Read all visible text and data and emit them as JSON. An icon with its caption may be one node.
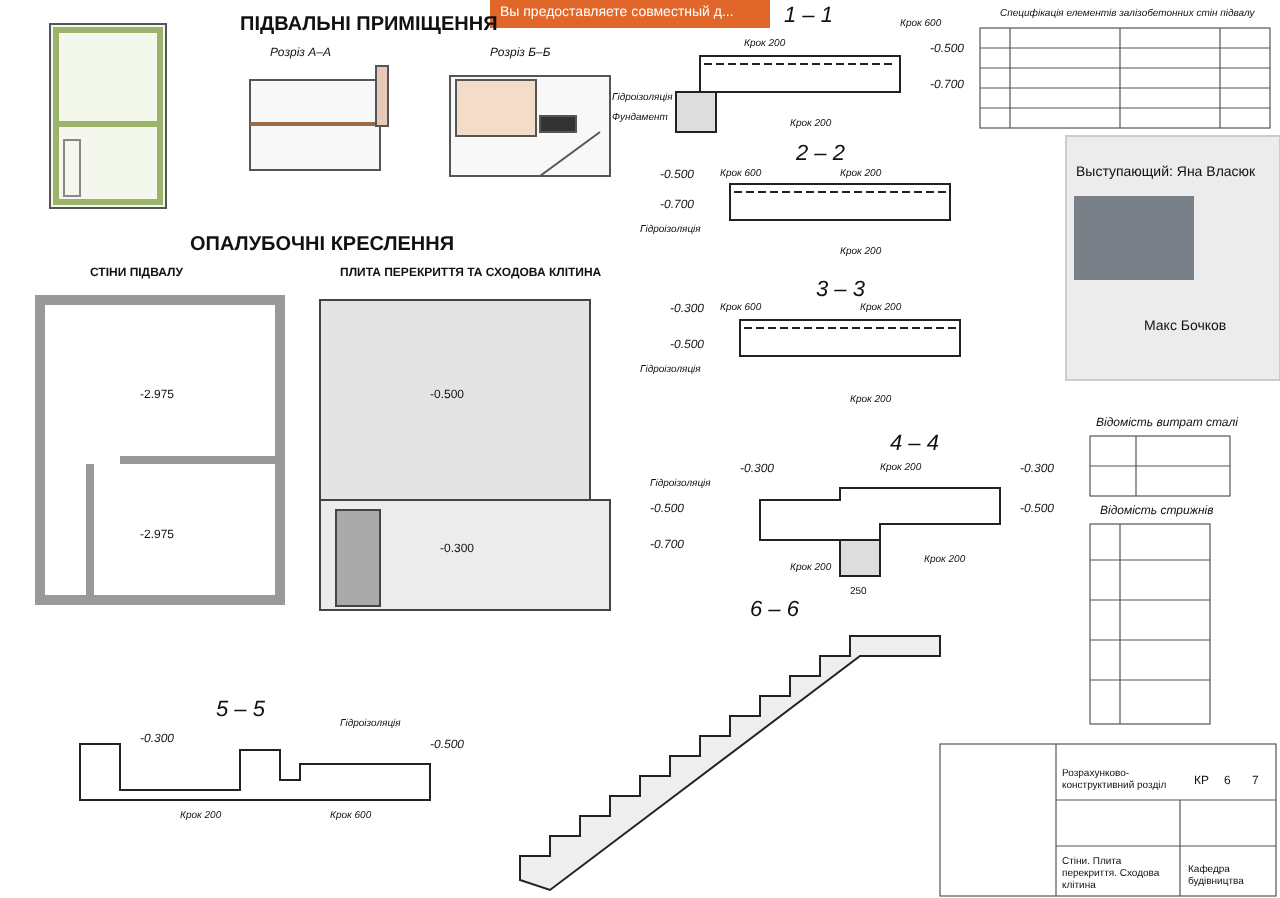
{
  "diagram": {
    "labels": [
      "ПІДВАЛЬНІ ПРИМІЩЕННЯ",
      "Вы предоставляете совместный д...",
      "Розріз А–А",
      "Розріз Б–Б",
      "ОПАЛУБОЧНІ КРЕСЛЕННЯ",
      "СТІНИ ПІДВАЛУ",
      "ПЛИТА ПЕРЕКРИТТЯ ТА СХОДОВА КЛІТИНА",
      "-2.975",
      "-2.975",
      "-0.500",
      "-0.300",
      "1 – 1",
      "Крок 200",
      "Крок 600",
      "-0.500",
      "-0.700",
      "Гідроізоляція",
      "Фундамент",
      "Крок 200",
      "2 – 2",
      "-0.500",
      "Крок 600",
      "Крок 200",
      "-0.700",
      "Гідроізоляція",
      "Крок 200",
      "3 – 3",
      "-0.300",
      "Крок 600",
      "Крок 200",
      "-0.500",
      "Гідроізоляція",
      "Крок 200",
      "4 – 4",
      "-0.300",
      "Крок 200",
      "-0.300",
      "Гідроізоляція",
      "-0.500",
      "-0.500",
      "-0.700",
      "Крок 200",
      "Крок 200",
      "250",
      "6 – 6",
      "5 – 5",
      "Гідроізоляція",
      "-0.300",
      "-0.500",
      "Крок 200",
      "Крок 600",
      "Специфікація елементів залізобетонних стін підвалу",
      "Відомість витрат сталі",
      "Відомість стрижнів",
      "Выступающий: Яна Власюк",
      "Макс Бочков",
      "Розрахунково-конструктивний розділ",
      "КР",
      "6",
      "7",
      "Стіни. Плита перекриття. Сходова клітина",
      "Кафедра будівництва"
    ]
  }
}
